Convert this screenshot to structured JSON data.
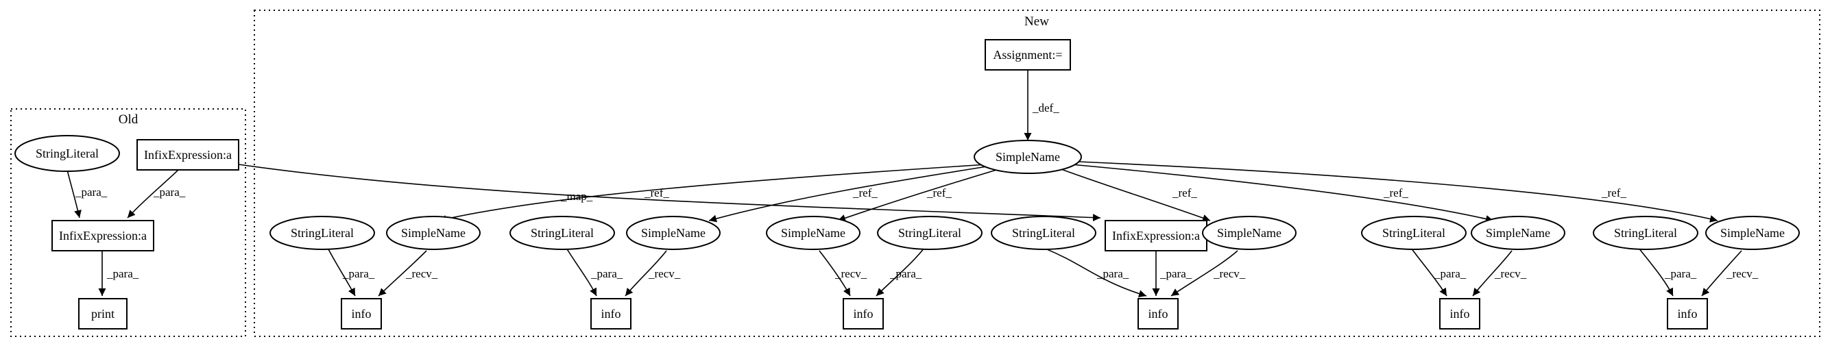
{
  "clusters": {
    "old": {
      "label": "Old"
    },
    "new": {
      "label": "New"
    }
  },
  "nodes": {
    "old_string_literal": "StringLiteral",
    "old_infix_top": "InfixExpression:a",
    "old_infix_mid": "InfixExpression:a",
    "old_print": "print",
    "assignment": "Assignment:=",
    "simple_name_root": "SimpleName",
    "sl1": "StringLiteral",
    "sn1": "SimpleName",
    "sl2": "StringLiteral",
    "sn2": "SimpleName",
    "sn3": "SimpleName",
    "sl3": "StringLiteral",
    "sl4": "StringLiteral",
    "new_infix": "InfixExpression:a",
    "sn4": "SimpleName",
    "sl5": "StringLiteral",
    "sn5": "SimpleName",
    "sl6": "StringLiteral",
    "sn6": "SimpleName",
    "info1": "info",
    "info2": "info",
    "info3": "info",
    "info4": "info",
    "info5": "info",
    "info6": "info"
  },
  "edge_labels": {
    "para": "_para_",
    "recv": "_recv_",
    "ref": "_ref_",
    "def": "_def_",
    "map": "_map_"
  }
}
